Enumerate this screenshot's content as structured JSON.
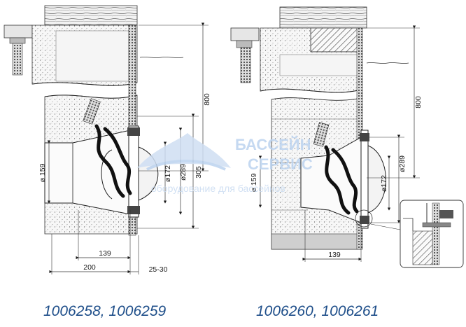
{
  "figures": [
    {
      "caption": "1006258, 1006259",
      "dimensions": {
        "height": "800",
        "diameter_outer": "ø 159",
        "diameter_inner": "ø172",
        "diameter_flange": "ø289",
        "span": "305",
        "length_inner": "139",
        "length_total": "200",
        "wall_range": "25-30"
      }
    },
    {
      "caption": "1006260, 1006261",
      "dimensions": {
        "height": "800",
        "diameter_outer": "ø 159",
        "diameter_inner": "ø172",
        "diameter_flange": "ø289",
        "length_inner": "139"
      }
    }
  ],
  "watermark": {
    "title_line1": "БАССЕЙН",
    "title_line2": "СЕРВИС",
    "subtitle": "оборудование для бассейнов",
    "color": "#bcd3ef"
  },
  "colors": {
    "caption": "#1f4f8a",
    "line": "#1a1a1a"
  }
}
